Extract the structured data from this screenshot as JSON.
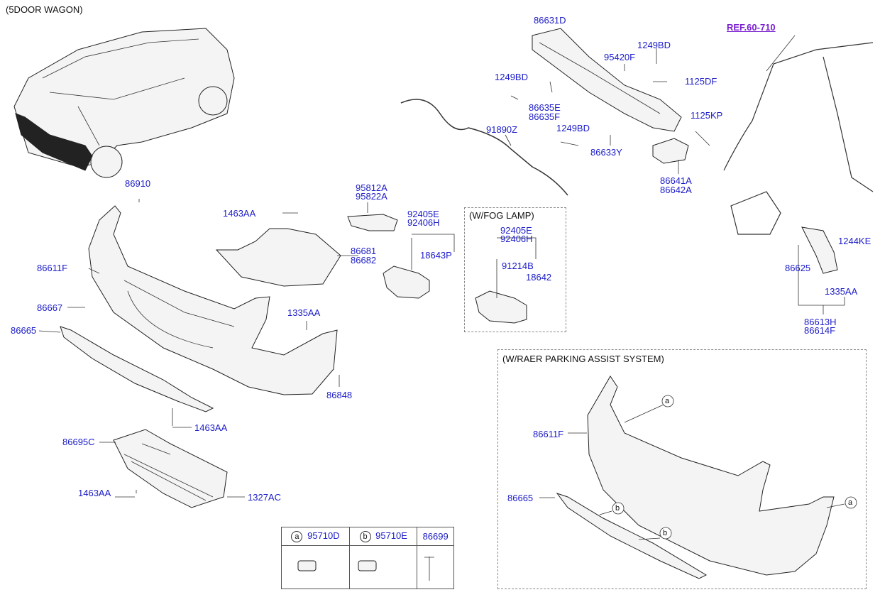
{
  "header": {
    "variant": "(5DOOR WAGON)"
  },
  "reference": "REF.60-710",
  "sections": {
    "fog_lamp": "(W/FOG LAMP)",
    "parking_assist": "(W/RAER PARKING ASSIST SYSTEM)"
  },
  "parts": {
    "p86631D": "86631D",
    "p1249BD_a": "1249BD",
    "p95420F": "95420F",
    "p1249BD_b": "1249BD",
    "p1125DF": "1125DF",
    "p86635E": "86635E",
    "p86635F": "86635F",
    "p91890Z": "91890Z",
    "p1249BD_c": "1249BD",
    "p1125KP": "1125KP",
    "p86633Y": "86633Y",
    "p86641A": "86641A",
    "p86642A": "86642A",
    "p86910": "86910",
    "p95812A": "95812A",
    "p95822A": "95822A",
    "p1463AA_a": "1463AA",
    "p92405E_a": "92405E",
    "p92406H_a": "92406H",
    "p86681": "86681",
    "p86682": "86682",
    "p18643P": "18643P",
    "p92405E_b": "92405E",
    "p92406H_b": "92406H",
    "p91214B": "91214B",
    "p18642": "18642",
    "p1244KE": "1244KE",
    "p86625": "86625",
    "p1335AA_a": "1335AA",
    "p86613H": "86613H",
    "p86614F": "86614F",
    "p86611F_a": "86611F",
    "p86667": "86667",
    "p1335AA_b": "1335AA",
    "p86665_a": "86665",
    "p86848": "86848",
    "p1463AA_b": "1463AA",
    "p86695C": "86695C",
    "p1463AA_c": "1463AA",
    "p1327AC": "1327AC",
    "p86611F_b": "86611F",
    "p86665_b": "86665"
  },
  "callouts": {
    "a": "a",
    "b": "b"
  },
  "legend": [
    {
      "key": "a",
      "part": "95710D"
    },
    {
      "key": "b",
      "part": "95710E"
    },
    {
      "key": "",
      "part": "86699"
    }
  ]
}
